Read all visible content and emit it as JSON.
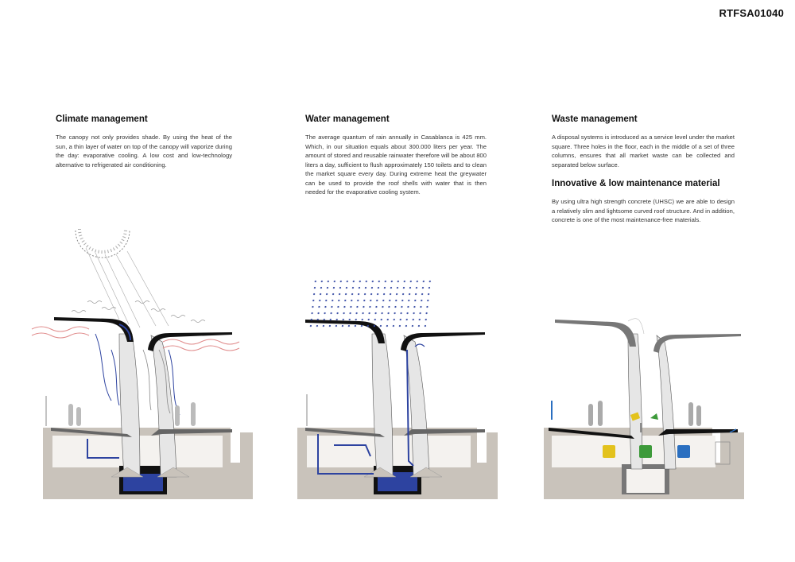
{
  "code": "RTFSA01040",
  "sections": {
    "climate": {
      "title": "Climate management",
      "text": "The canopy not only provides shade. By using the heat of the sun, a thin layer of water on top of the canopy will vaporize during the day: evaporative cooling. A low cost and low-technology alternative to refrigerated air conditioning."
    },
    "water": {
      "title": "Water management",
      "text": "The average quantum of rain annually in Casablanca is 425 mm. Which, in our situation equals about 300.000 liters per year. The amount of stored and reusable rainwater therefore will be about 800 liters a day, sufficient to flush approximately 150 toilets and to clean the market square every day. During extreme heat the greywater can be used to provide the roof shells with water that is then needed for the evaporative cooling system."
    },
    "waste": {
      "title": "Waste management",
      "text": "A disposal systems is introduced as a service level under the market square. Three holes in the floor, each in the middle of a set of three columns, ensures that all market waste can be collected and separated below surface."
    },
    "material": {
      "title": "Innovative & low maintenance material",
      "text": "By using ultra high strength concrete (UHSC) we are able to design a relatively slim and lightsome curved roof structure. And in addition, concrete is one of the most maintenance-free materials."
    }
  },
  "colors": {
    "ground": "#c9c3bb",
    "structure": "#e6e6e6",
    "roof_dark": "#111111",
    "water_blue": "#2d43a0",
    "heat_red": "#e08a8a",
    "bin_yellow": "#e3c21c",
    "bin_green": "#3d9a3a",
    "bin_blue": "#2a6fc0"
  }
}
